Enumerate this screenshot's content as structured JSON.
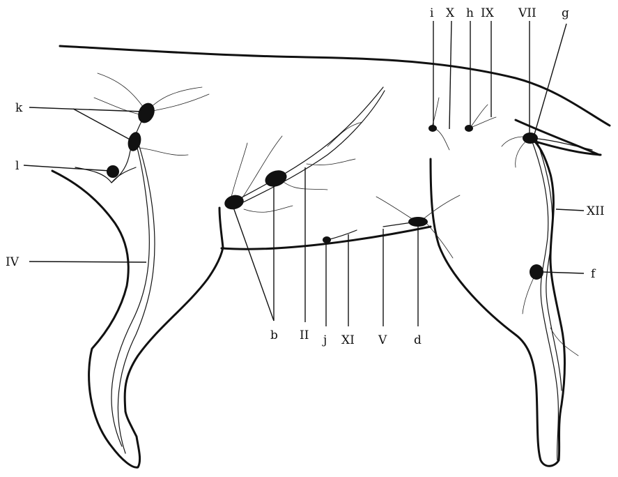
{
  "labels": {
    "k": "k",
    "l": "l",
    "IV": "IV",
    "b": "b",
    "II": "II",
    "j": "j",
    "XI": "XI",
    "V": "V",
    "d": "d",
    "i": "i",
    "X": "X",
    "h": "h",
    "IX": "IX",
    "VII": "VII",
    "g": "g",
    "XII": "XII",
    "f": "f"
  }
}
